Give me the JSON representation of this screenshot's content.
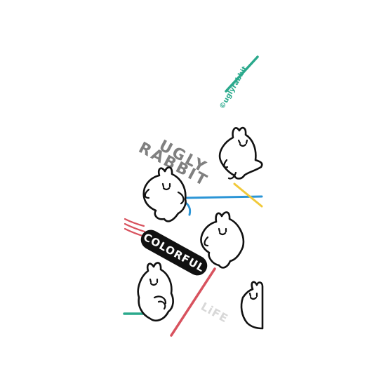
{
  "texts": {
    "copyright": "©uglyrabbit",
    "ugly": "UGLY",
    "rabbit": "RABBIT",
    "colorful": "COLORFUL",
    "life": "LiFE"
  },
  "colors": {
    "teal": "#2aa98c",
    "blue": "#2b95d6",
    "yellow": "#f1c93a",
    "red": "#d8525e",
    "black": "#111111",
    "gray_text": "#808080",
    "light_gray_text": "#d8d8d8"
  },
  "icons": [
    "rabbit-icon",
    "colorful-banner"
  ]
}
